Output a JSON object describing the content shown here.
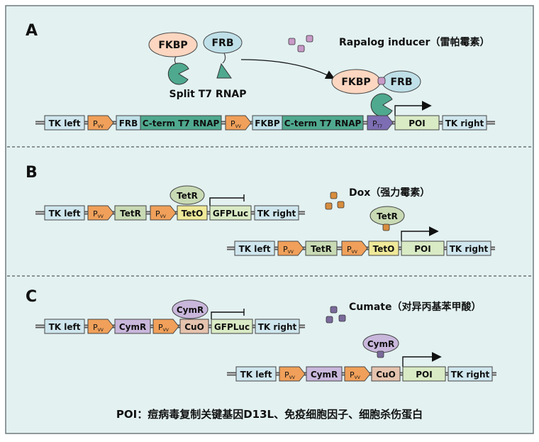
{
  "colors": {
    "panel_bg": "#e3f1f1",
    "frame": "#6e7a7d",
    "tk": "#cfe6ee",
    "promoter": "#f0a05a",
    "frb": "#bfe0e8",
    "fkbp": "#fcd6c0",
    "cterm": "#4fa98e",
    "pt7": "#7d6eb4",
    "poi": "#d9ebc5",
    "tetr": "#c8dab4",
    "teto": "#efe999",
    "gfpluc": "#d9ebc5",
    "cymr": "#c9b7dc",
    "cuo": "#e5c3ae",
    "dot_rapalog": "#c89ac8",
    "dot_dox": "#d88d3e",
    "dot_cumate": "#7a6a9b",
    "n_term": "#4fa98e"
  },
  "panels": {
    "a": {
      "letter": "A",
      "fkbp": "FKBP",
      "frb": "FRB",
      "split_label": "Split T7 RNAP",
      "inducer": "Rapalog inducer（雷帕霉素）",
      "complex_fkbp": "FKBP",
      "complex_frb": "FRB",
      "construct": {
        "tk_left": "TK left",
        "p1": "P",
        "p1_sub": "VV",
        "frb": "FRB",
        "cterm1": "C-term T7 RNAP",
        "p2": "P",
        "p2_sub": "VV",
        "fkbp": "FKBP",
        "cterm2": "C-term T7 RNAP",
        "pt7": "P",
        "pt7_sub": "T7",
        "poi": "POI",
        "tk_right": "TK right"
      }
    },
    "b": {
      "letter": "B",
      "inducer": "Dox（强力霉素）",
      "repressor_off": "TetR",
      "repressor_on": "TetR",
      "off": {
        "tk_left": "TK left",
        "p1": "P",
        "p1_sub": "VV",
        "tetr": "TetR",
        "p2": "P",
        "p2_sub": "VV",
        "teto": "TetO",
        "gfpluc": "GFPLuc",
        "tk_right": "TK right"
      },
      "on": {
        "tk_left": "TK left",
        "p1": "P",
        "p1_sub": "VV",
        "tetr": "TetR",
        "p2": "P",
        "p2_sub": "VV",
        "teto": "TetO",
        "poi": "POI",
        "tk_right": "TK right"
      }
    },
    "c": {
      "letter": "C",
      "inducer": "Cumate（对异丙基苯甲酸）",
      "repressor_off": "CymR",
      "repressor_on": "CymR",
      "off": {
        "tk_left": "TK left",
        "p1": "P",
        "p1_sub": "VV",
        "cymr": "CymR",
        "p2": "P",
        "p2_sub": "VV",
        "cuo": "CuO",
        "gfpluc": "GFPLuc",
        "tk_right": "TK right"
      },
      "on": {
        "tk_left": "TK left",
        "p1": "P",
        "p1_sub": "VV",
        "cymr": "CymR",
        "p2": "P",
        "p2_sub": "VV",
        "cuo": "CuO",
        "poi": "POI",
        "tk_right": "TK right"
      }
    }
  },
  "footer": "POI：痘病毒复制关键基因D13L、免疫细胞因子、细胞杀伤蛋白"
}
